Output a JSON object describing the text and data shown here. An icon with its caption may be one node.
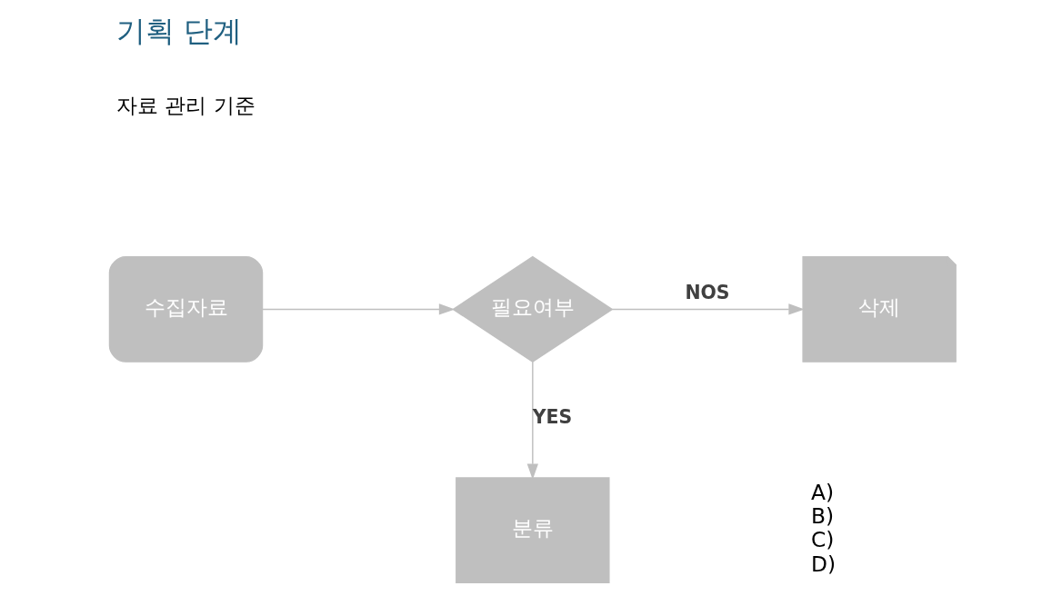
{
  "diagram": {
    "title": "기획 단계",
    "nodes": [
      {
        "text": [
          "수집자료"
        ]
      },
      {
        "text": [
          "필요여부"
        ]
      },
      {
        "text": [
          "삭제"
        ]
      },
      {
        "text": [
          "분류"
        ]
      }
    ],
    "edges": [
      {
        "from": 0,
        "to": 1,
        "arrow": "to"
      },
      {
        "from": 1,
        "to": 2,
        "arrow": "to",
        "label": "NOS"
      },
      {
        "from": 1,
        "to": 3,
        "arrow": "to",
        "label": "YES"
      }
    ],
    "labels": [
      "자료 관리 기준",
      "A)",
      "B)",
      "C)",
      "D)"
    ]
  }
}
